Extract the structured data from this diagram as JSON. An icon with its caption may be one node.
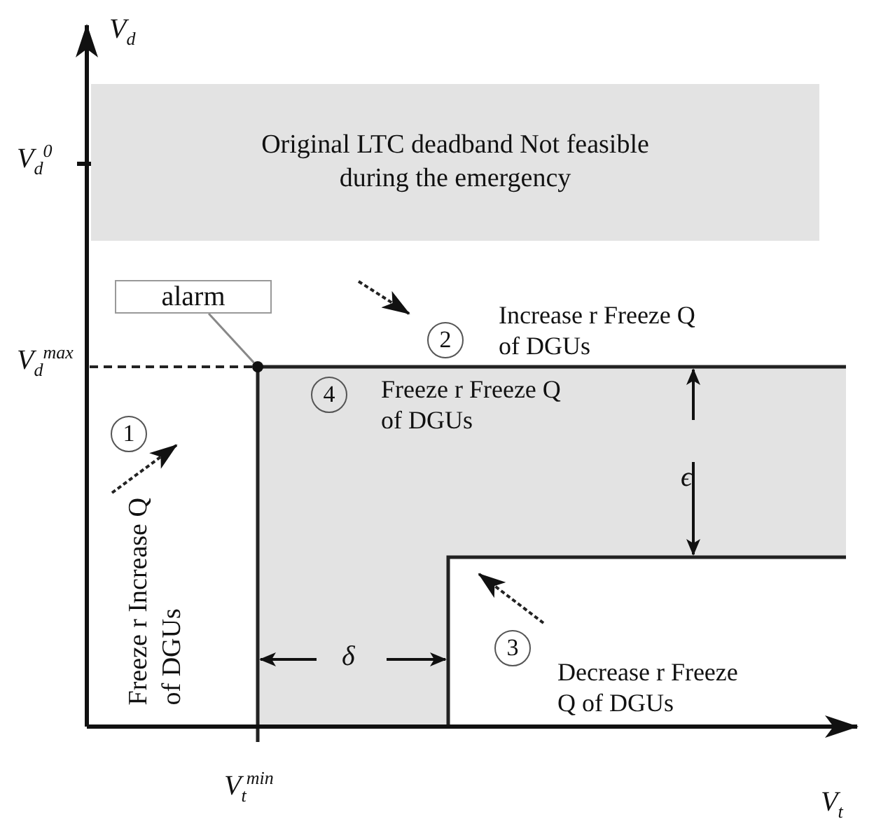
{
  "diagram": {
    "nodes": [
      {
        "text": [
          "Original LTC deadband Not feasible during the emergency"
        ]
      },
      {
        "text": [
          "alarm"
        ]
      },
      {
        "text": [],
        "shape": "circle"
      },
      {
        "text": [
          "1"
        ],
        "beside": [
          "Freeze r Increase Q of DGUs"
        ]
      },
      {
        "text": [
          "2"
        ],
        "beside": [
          "Increase r Freeze Q of DGUs"
        ]
      },
      {
        "text": [
          "4"
        ],
        "beside": [
          "Freeze r Freeze Q of DGUs"
        ]
      },
      {
        "text": [
          "3"
        ],
        "beside": [
          "Decrease r Freeze Q of DGUs"
        ]
      }
    ],
    "edges": [
      {
        "from": 1,
        "to": 2,
        "arrow": "none"
      }
    ],
    "labels": [
      "V$_{d}$",
      "V$_{d}$$^{0}$",
      "V$_{d}$$^{max}$",
      "ϵ",
      "δ",
      "V$_{t}$$^{min}$",
      "V$_{t}$"
    ]
  }
}
